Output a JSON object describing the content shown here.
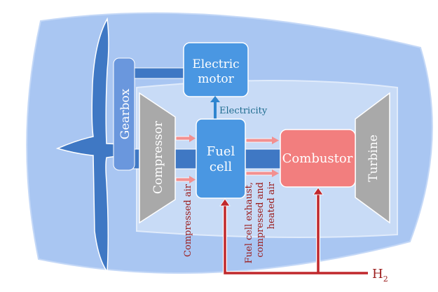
{
  "diagram": {
    "title": "Hybrid fuel cell gas turbine propulsion architecture",
    "components": {
      "electric_motor": {
        "line1": "Electric",
        "line2": "motor"
      },
      "gearbox": "Gearbox",
      "compressor": "Compressor",
      "fuel_cell": {
        "line1": "Fuel",
        "line2": "cell"
      },
      "combustor": "Combustor",
      "turbine": "Turbine",
      "propeller": "Propeller"
    },
    "flows": {
      "electricity": "Electricity",
      "compressed_air": "Compressed air",
      "fuel_cell_exhaust": {
        "line1": "Fuel cell exhaust,",
        "line2": "compressed and",
        "line3": "heated air"
      },
      "hydrogen": {
        "symbol": "H",
        "subscript": "2"
      }
    },
    "colors": {
      "outer_nacelle": "#a9c6f2",
      "inner_core": "#c8dbf6",
      "shaft": "#3f78c4",
      "motor_and_fuel_cell": "#4a97e2",
      "gearbox": "#6a97dd",
      "combustor": "#f27e7e",
      "turbomachinery": "#a9a9a9",
      "hydrogen_line": "#c0282c",
      "air_arrow": "#f29090",
      "electricity_text": "#1f6c8f",
      "flow_text": "#9b1b1b"
    }
  }
}
